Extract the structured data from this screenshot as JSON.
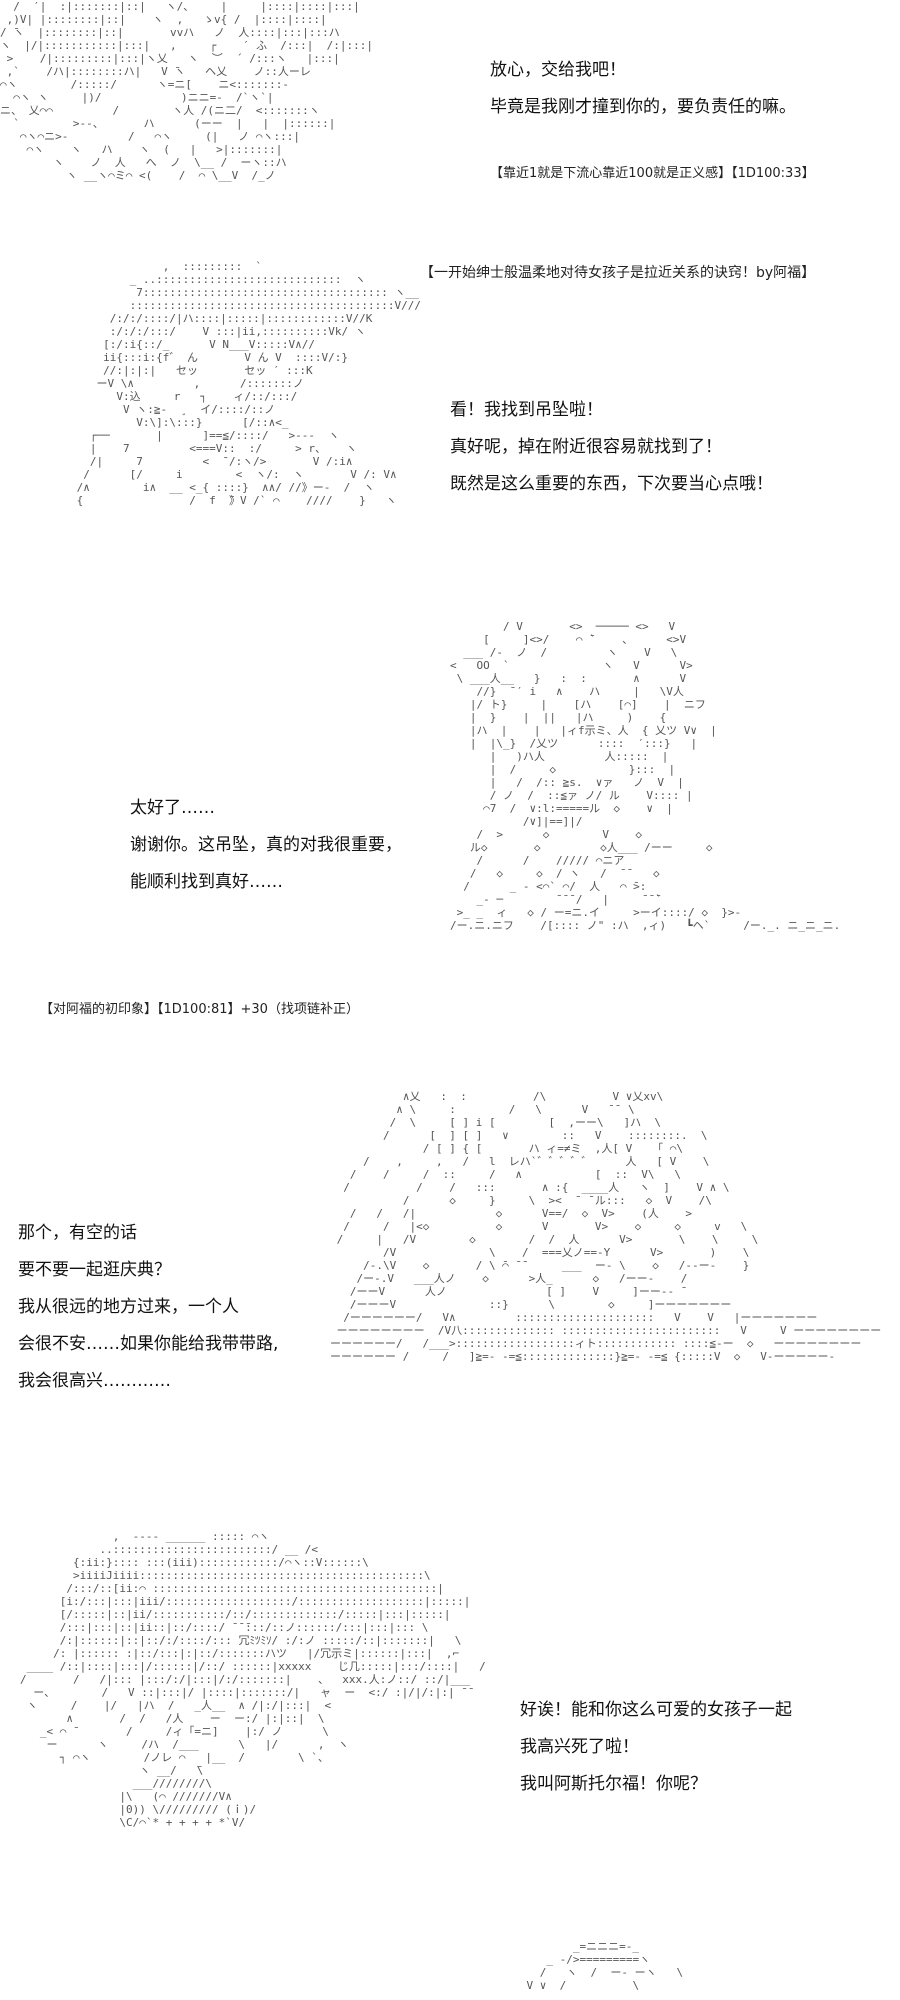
{
  "panels": [
    {
      "dialog": [
        "放心，交给我吧！",
        "毕竟是我刚才撞到你的，要负责任的嘛。"
      ],
      "note": "【靠近1就是下流心靠近100就是正义感】【1D100:33】"
    },
    {
      "note_top": "【一开始绅士般温柔地对待女孩子是拉近关系的诀窍！by阿福】",
      "dialog": [
        "看！我找到吊坠啦！",
        "真好呢，掉在附近很容易就找到了！",
        "既然是这么重要的东西，下次要当心点哦！"
      ]
    },
    {
      "dialog": [
        "太好了……",
        "谢谢你。这吊坠，真的对我很重要，",
        "能顺利找到真好……"
      ],
      "note": "【对阿福的初印象】【1D100:81】+30（找项链补正）"
    },
    {
      "dialog": [
        "那个，有空的话",
        "要不要一起逛庆典？",
        "我从很远的地方过来，一个人",
        "会很不安……如果你能给我带带路,",
        "我会很高兴…………"
      ]
    },
    {
      "dialog": [
        "好诶！能和你这么可爱的女孩子一起",
        "我高兴死了啦！",
        "我叫阿斯托尔福！你呢？"
      ]
    }
  ]
}
